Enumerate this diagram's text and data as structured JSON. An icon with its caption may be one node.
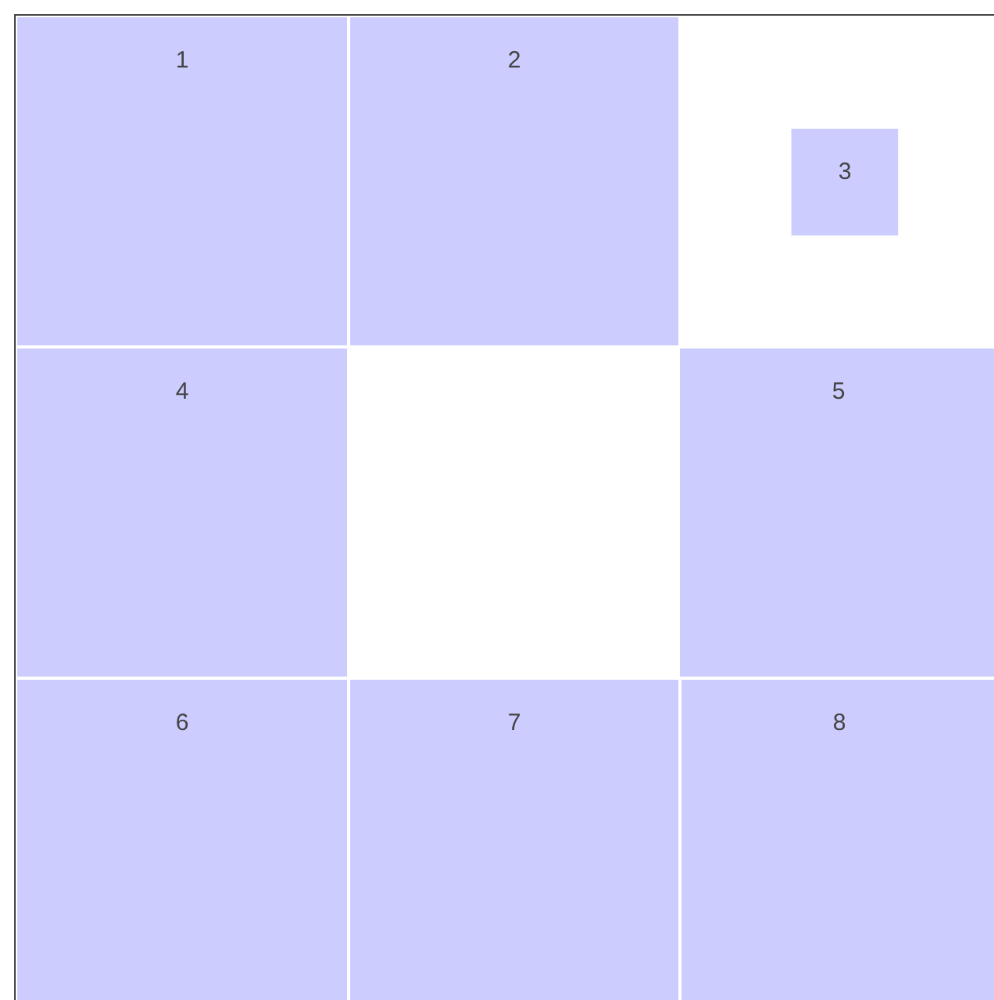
{
  "diagram": {
    "nodes": [
      {
        "text": [
          "1"
        ]
      },
      {
        "text": [
          "2"
        ]
      },
      {
        "text": [
          "3"
        ]
      },
      {
        "text": [
          "4"
        ]
      },
      {
        "text": [
          "5"
        ]
      },
      {
        "text": [
          "6"
        ]
      },
      {
        "text": [
          "7"
        ]
      },
      {
        "text": [
          "8"
        ]
      }
    ]
  }
}
